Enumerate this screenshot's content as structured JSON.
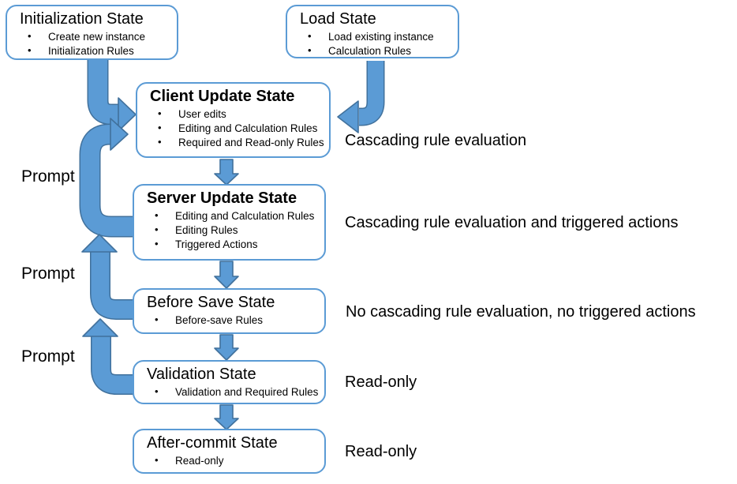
{
  "states": [
    {
      "title": "Initialization State",
      "bullets": [
        "Create new instance",
        "Initialization Rules"
      ]
    },
    {
      "title": "Load State",
      "bullets": [
        "Load existing instance",
        "Calculation Rules"
      ]
    },
    {
      "title": "Client Update State",
      "bullets": [
        "User edits",
        "Editing and Calculation Rules",
        "Required and Read-only Rules"
      ]
    },
    {
      "title": "Server Update State",
      "bullets": [
        "Editing and Calculation Rules",
        "Editing Rules",
        "Triggered Actions"
      ]
    },
    {
      "title": "Before Save State",
      "bullets": [
        "Before-save Rules"
      ]
    },
    {
      "title": "Validation State",
      "bullets": [
        "Validation and Required Rules"
      ]
    },
    {
      "title": "After-commit State",
      "bullets": [
        "Read-only"
      ]
    }
  ],
  "annotations": [
    {
      "text": "Cascading rule evaluation"
    },
    {
      "text": "Cascading rule evaluation and triggered actions"
    },
    {
      "text": "No cascading rule evaluation, no triggered actions"
    },
    {
      "text": "Read-only"
    },
    {
      "text": "Read-only"
    }
  ],
  "prompts": [
    "Prompt",
    "Prompt",
    "Prompt"
  ],
  "colors": {
    "arrow_fill": "#5B9BD5",
    "arrow_edge": "#41719C",
    "box_border": "#5B9BD5",
    "text": "#000000",
    "background": "#FFFFFF"
  }
}
